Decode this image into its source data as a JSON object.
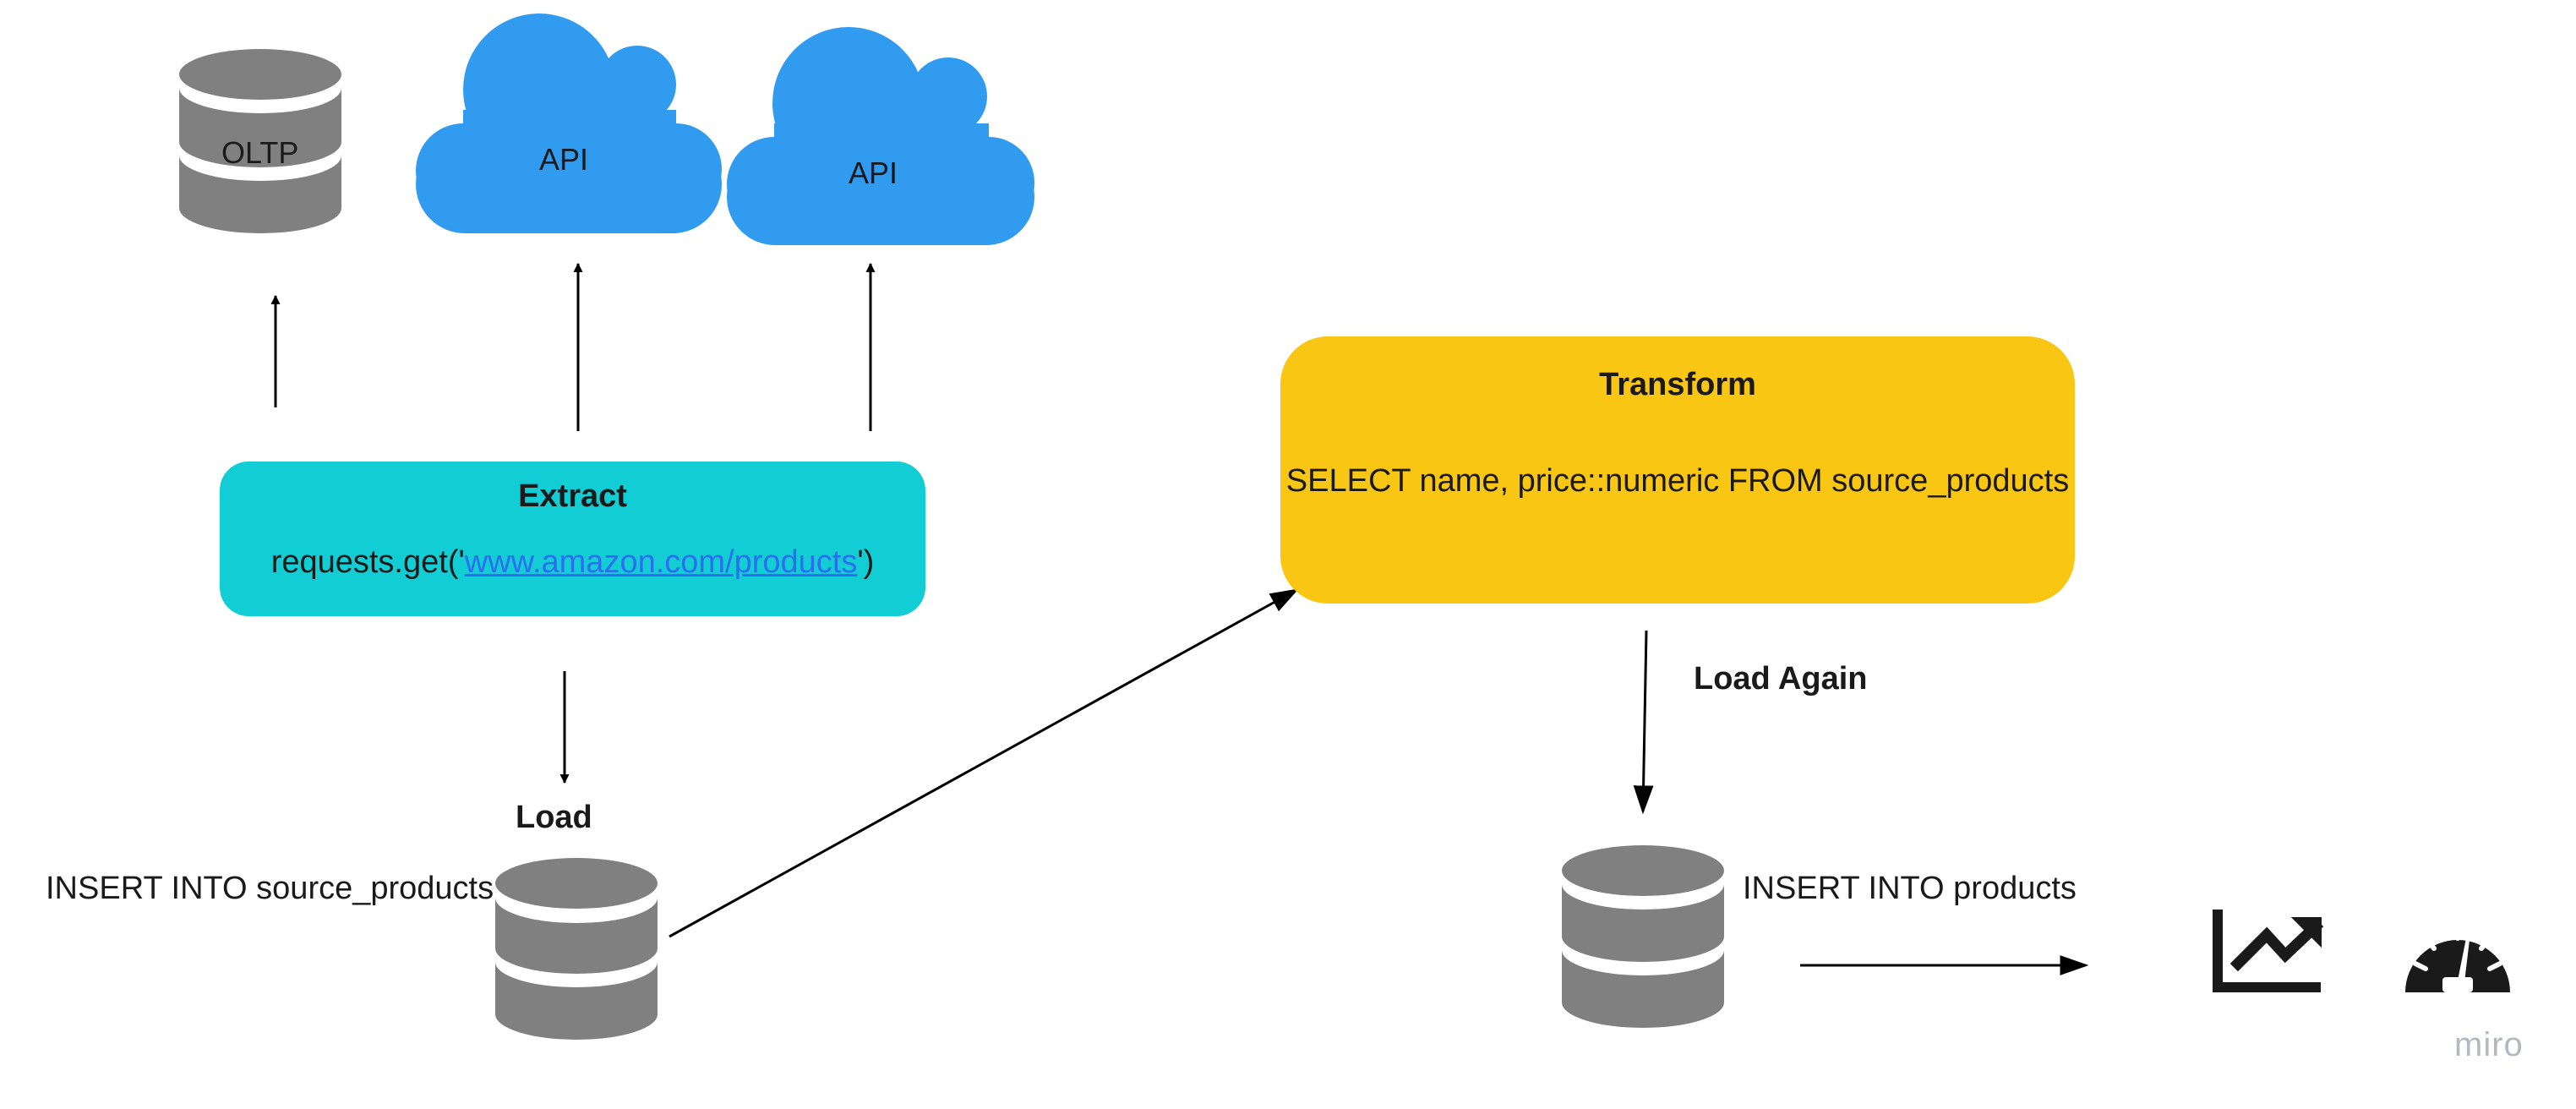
{
  "sources": {
    "oltp_label": "OLTP",
    "api_label_1": "API",
    "api_label_2": "API"
  },
  "extract": {
    "title": "Extract",
    "code_prefix": "requests.get('",
    "code_link": "www.amazon.com/products",
    "code_suffix": "')"
  },
  "load": {
    "title": "Load",
    "statement": "INSERT INTO source_products"
  },
  "transform": {
    "title": "Transform",
    "statement": "SELECT name, price::numeric FROM source_products"
  },
  "load_again": {
    "title": "Load Again",
    "statement": "INSERT INTO products"
  },
  "outputs": {
    "chart_icon": "trending-chart-icon",
    "dashboard_icon": "speedometer-dashboard-icon"
  },
  "watermark": "miro",
  "colors": {
    "database": "#808080",
    "cloud": "#319bf0",
    "extract": "#12cdd4",
    "transform": "#f9c614",
    "icon": "#1a1a1a"
  }
}
